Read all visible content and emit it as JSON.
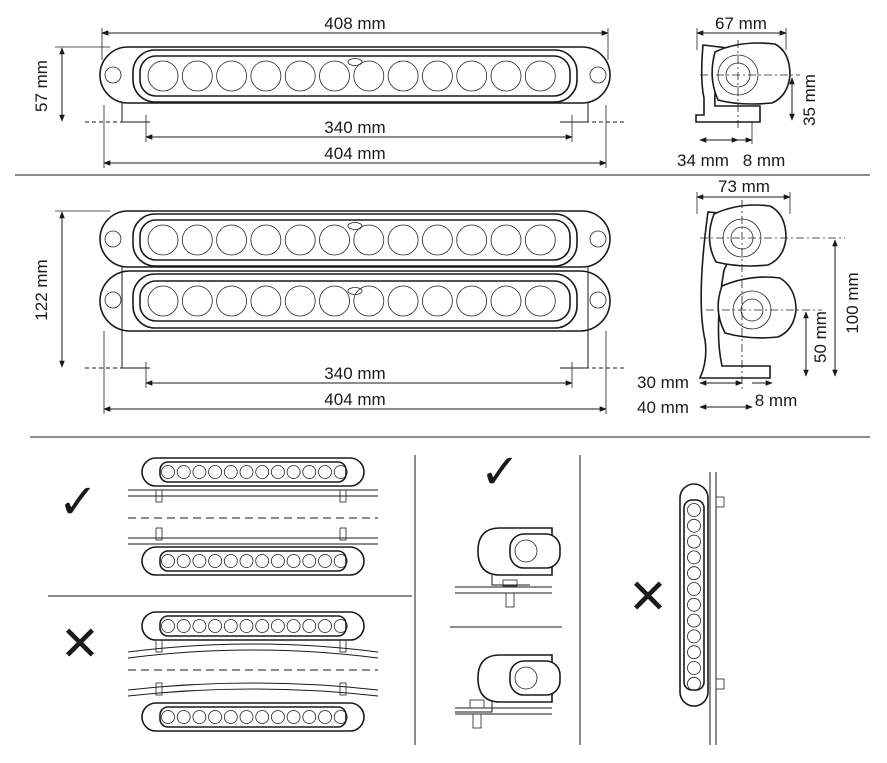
{
  "dimensions": {
    "top_length_total": "408 mm",
    "top_height": "57 mm",
    "top_mount_span": "340 mm",
    "top_length_base": "404 mm",
    "side_width": "67 mm",
    "side_height": "35 mm",
    "side_offset": "34 mm",
    "side_bracket": "8 mm",
    "stack_height": "122 mm",
    "stack_mount_span": "340 mm",
    "stack_length_base": "404 mm",
    "stack_side_width": "73 mm",
    "stack_side_total": "100 mm",
    "stack_side_lower": "50 mm",
    "stack_side_offset_a": "30 mm",
    "stack_side_offset_b": "40 mm",
    "stack_side_bracket": "8 mm"
  },
  "marks": {
    "ok": "✓",
    "not_ok": "✕"
  },
  "lens_count": 12,
  "colors": {
    "line": "#1a1a1a",
    "background": "#ffffff"
  }
}
